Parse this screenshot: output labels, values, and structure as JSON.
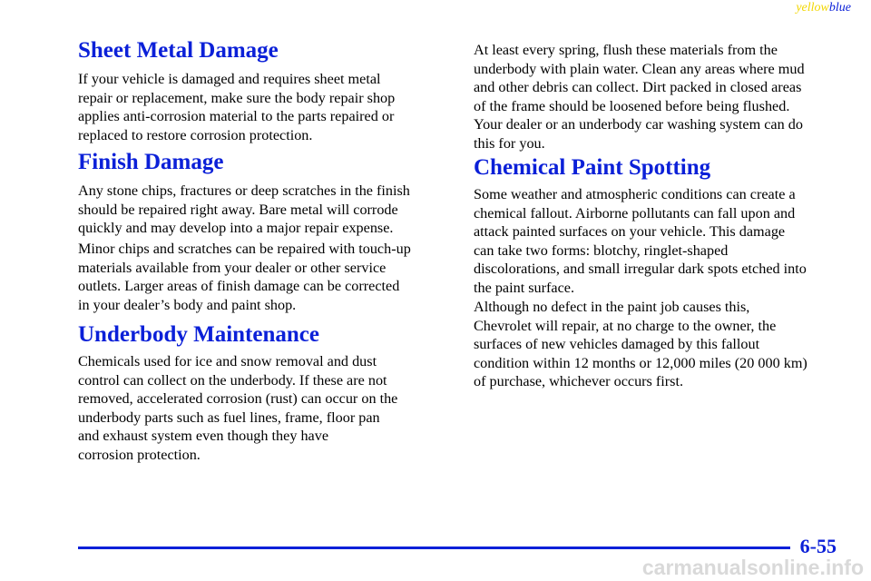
{
  "header": {
    "tag_yellow": "yellow",
    "tag_blue": "blue"
  },
  "left": {
    "sheet_metal": {
      "heading": "Sheet Metal Damage",
      "lines": [
        "If your vehicle is damaged and requires sheet metal",
        "repair or replacement, make sure the body repair shop",
        "applies anti-corrosion material to the parts repaired or",
        "replaced to restore corrosion protection."
      ]
    },
    "finish": {
      "heading": "Finish Damage",
      "p1": [
        "Any stone chips, fractures or deep scratches in the finish",
        "should be repaired right away. Bare metal will corrode",
        "quickly and may develop into a major repair expense."
      ],
      "p2": [
        "Minor chips and scratches can be repaired with touch-up",
        "materials available from your dealer or other service",
        "outlets. Larger areas of finish damage can be corrected",
        "in your dealer’s body and paint shop."
      ]
    },
    "underbody": {
      "heading": "Underbody Maintenance",
      "lines": [
        "Chemicals used for ice and snow removal and dust",
        "control can collect on the underbody. If these are not",
        "removed, accelerated corrosion (rust) can occur on the",
        "underbody parts such as fuel lines, frame, floor pan",
        "and exhaust system even though they have",
        "corrosion protection."
      ]
    }
  },
  "right": {
    "flush": {
      "lines": [
        "At least every spring, flush these materials from the",
        "underbody with plain water. Clean any areas where mud",
        "and other debris can collect. Dirt packed in closed areas",
        "of the frame should be loosened before being flushed.",
        "Your dealer or an underbody car washing system can do",
        "this for you."
      ]
    },
    "chemical": {
      "heading": "Chemical Paint Spotting",
      "p1": [
        "Some weather and atmospheric conditions can create a",
        "chemical fallout. Airborne pollutants can fall upon and",
        "attack painted surfaces on your vehicle. This damage",
        "can take two forms: blotchy, ringlet-shaped",
        "discolorations, and small irregular dark spots etched into",
        "the paint surface."
      ],
      "p2": [
        "Although no defect in the paint job causes this,",
        "Chevrolet will repair, at no charge to the owner, the",
        "surfaces of new vehicles damaged by this fallout",
        "condition within 12 months or 12,000 miles (20 000 km)",
        "of purchase, whichever occurs first."
      ]
    }
  },
  "footer": {
    "page_number": "6-55",
    "watermark": "carmanualsonline.info"
  },
  "colors": {
    "heading_blue": "#0b20d8",
    "tag_yellow": "#f2d600",
    "watermark_gray": "#d9d9d9"
  }
}
